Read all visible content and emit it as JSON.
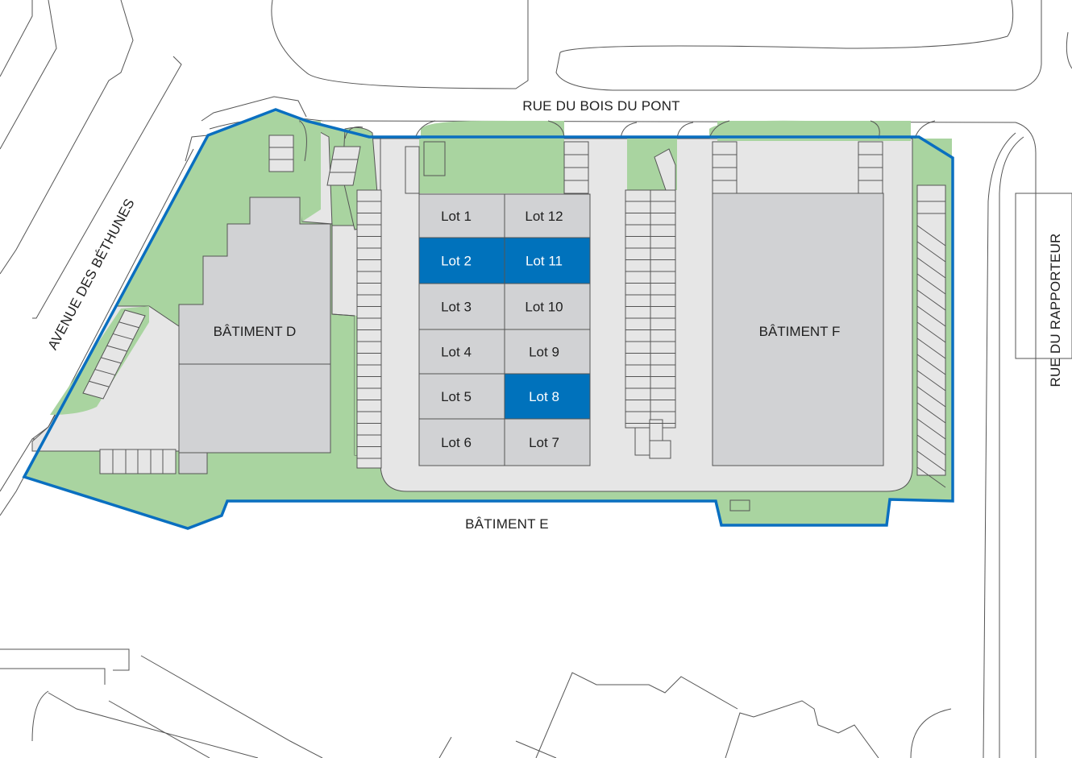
{
  "roads": {
    "top": "RUE DU BOIS DU PONT",
    "left": "AVENUE DES BÉTHUNES",
    "right": "RUE DU RAPPORTEUR"
  },
  "buildings": {
    "d": "BÂTIMENT D",
    "e": "BÂTIMENT E",
    "f": "BÂTIMENT F"
  },
  "lots": [
    {
      "label": "Lot 1",
      "selected": false
    },
    {
      "label": "Lot 12",
      "selected": false
    },
    {
      "label": "Lot 2",
      "selected": true
    },
    {
      "label": "Lot 11",
      "selected": true
    },
    {
      "label": "Lot 3",
      "selected": false
    },
    {
      "label": "Lot 10",
      "selected": false
    },
    {
      "label": "Lot 4",
      "selected": false
    },
    {
      "label": "Lot 9",
      "selected": false
    },
    {
      "label": "Lot 5",
      "selected": false
    },
    {
      "label": "Lot 8",
      "selected": true
    },
    {
      "label": "Lot 6",
      "selected": false
    },
    {
      "label": "Lot 7",
      "selected": false
    }
  ],
  "colors": {
    "site_outline": "#0a6fc0",
    "selected_lot": "#0072bc",
    "lot": "#d1d2d4",
    "green": "#a9d4a0",
    "pavement": "#e6e6e6",
    "building": "#d1d2d4",
    "line": "#555555"
  }
}
